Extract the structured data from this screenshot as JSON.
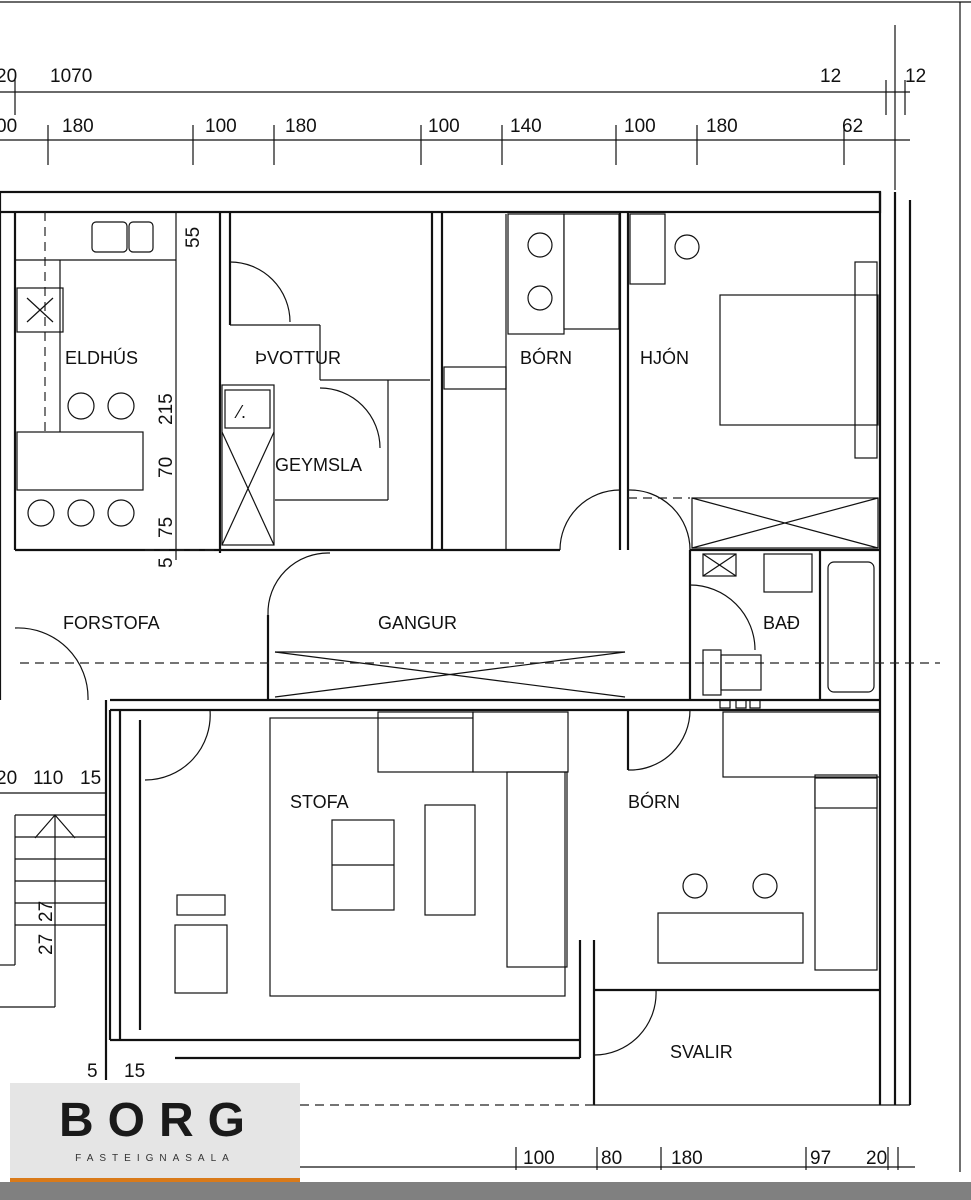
{
  "plan": {
    "rooms": {
      "eldhus": "ELDHÚS",
      "thvottur": "ÞVOTTUR",
      "geymsla": "GEYMSLA",
      "born1": "BÓRN",
      "hjon": "HJÓN",
      "forstofa": "FORSTOFA",
      "gangur": "GANGUR",
      "bad": "BAÐ",
      "stofa": "STOFA",
      "born2": "BÓRN",
      "svalir": "SVALIR"
    },
    "dims_top_row1": [
      "20",
      "1070",
      "12",
      "12"
    ],
    "dims_top_row2": [
      "00",
      "180",
      "100",
      "180",
      "100",
      "140",
      "100",
      "180",
      "62"
    ],
    "dims_kitchen": [
      "55",
      "215",
      "70",
      "75",
      "5"
    ],
    "dims_stairs": [
      "20",
      "110",
      "15",
      "27",
      "27"
    ],
    "dims_stairs_bottom": [
      "5",
      "15"
    ],
    "dims_bottom": [
      "100",
      "80",
      "180",
      "97",
      "20"
    ],
    "cabinet_mark": "⁄."
  },
  "logo": {
    "brand": "BORG",
    "subtitle": "FASTEIGNASALA",
    "accent_color": "#d97a1a"
  }
}
